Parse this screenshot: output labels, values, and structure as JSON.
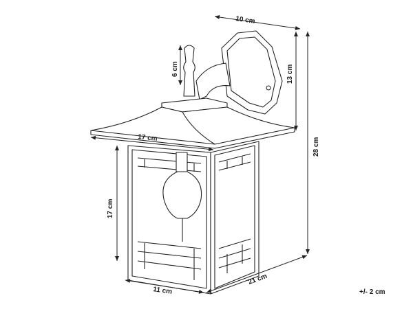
{
  "dimensions": {
    "mount_width": "10 cm",
    "mount_height": "13 cm",
    "total_height": "28 cm",
    "finial_height": "6 cm",
    "roof_width": "17 cm",
    "body_height": "17 cm",
    "body_width": "11 cm",
    "depth": "21 cm"
  },
  "tolerance": "+/- 2 cm"
}
